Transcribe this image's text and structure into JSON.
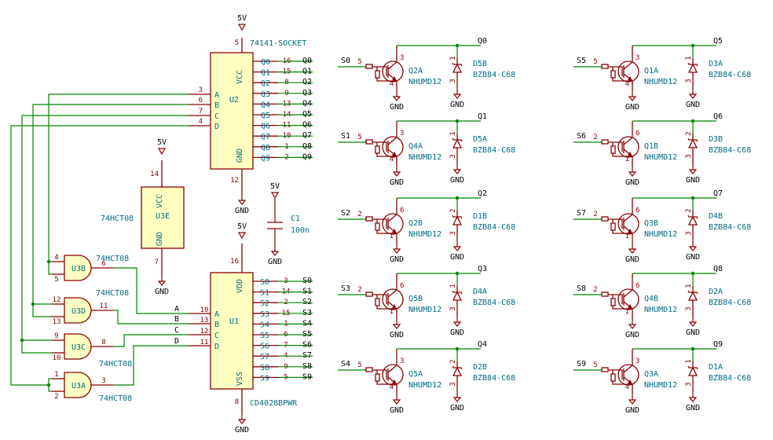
{
  "power": {
    "vcc": "5V",
    "gnd": "GND"
  },
  "u2": {
    "ref": "U2",
    "value": "74141-SOCKET",
    "vcc_label": "VCC",
    "gnd_label": "GND",
    "inputs": [
      {
        "name": "A",
        "pin": "3"
      },
      {
        "name": "B",
        "pin": "6"
      },
      {
        "name": "C",
        "pin": "7"
      },
      {
        "name": "D",
        "pin": "4"
      }
    ],
    "outputs": [
      {
        "name": "Q0",
        "pin": "16",
        "net": "Q0"
      },
      {
        "name": "Q1",
        "pin": "15",
        "net": "Q1"
      },
      {
        "name": "Q2",
        "pin": "8",
        "net": "Q2"
      },
      {
        "name": "Q3",
        "pin": "9",
        "net": "Q3"
      },
      {
        "name": "Q4",
        "pin": "13",
        "net": "Q4"
      },
      {
        "name": "Q5",
        "pin": "14",
        "net": "Q5"
      },
      {
        "name": "Q6",
        "pin": "11",
        "net": "Q6"
      },
      {
        "name": "Q7",
        "pin": "10",
        "net": "Q7"
      },
      {
        "name": "Q8",
        "pin": "1",
        "net": "Q8"
      },
      {
        "name": "Q9",
        "pin": "2",
        "net": "Q9"
      }
    ],
    "vcc_pin": "5",
    "gnd_pin": "12"
  },
  "u1": {
    "ref": "U1",
    "value": "CD4028BPWR",
    "vdd_label": "VDD",
    "vss_label": "VSS",
    "inputs": [
      {
        "name": "A",
        "pin": "10",
        "net": "A"
      },
      {
        "name": "B",
        "pin": "13",
        "net": "B"
      },
      {
        "name": "C",
        "pin": "12",
        "net": "C"
      },
      {
        "name": "D",
        "pin": "11",
        "net": "D"
      }
    ],
    "outputs": [
      {
        "name": "S0",
        "pin": "3",
        "net": "S0"
      },
      {
        "name": "S1",
        "pin": "14",
        "net": "S1"
      },
      {
        "name": "S2",
        "pin": "2",
        "net": "S2"
      },
      {
        "name": "S3",
        "pin": "15",
        "net": "S3"
      },
      {
        "name": "S4",
        "pin": "1",
        "net": "S4"
      },
      {
        "name": "S5",
        "pin": "6",
        "net": "S5"
      },
      {
        "name": "S6",
        "pin": "7",
        "net": "S6"
      },
      {
        "name": "S7",
        "pin": "4",
        "net": "S7"
      },
      {
        "name": "S8",
        "pin": "9",
        "net": "S8"
      },
      {
        "name": "S9",
        "pin": "5",
        "net": "S9"
      }
    ],
    "vdd_pin": "16",
    "vss_pin": "8"
  },
  "u3e": {
    "ref": "U3E",
    "value": "74HCT08",
    "vcc_label": "VCC",
    "gnd_label": "GND",
    "vcc_pin": "14",
    "gnd_pin": "7"
  },
  "c1": {
    "ref": "C1",
    "value": "100n"
  },
  "gates": [
    {
      "ref": "U3B",
      "value": "74HCT08",
      "in1": "4",
      "in2": "5",
      "out": "6"
    },
    {
      "ref": "U3D",
      "value": "74HCT08",
      "in1": "12",
      "in2": "13",
      "out": "11"
    },
    {
      "ref": "U3C",
      "value": "74HCT08",
      "in1": "9",
      "in2": "10",
      "out": "8"
    },
    {
      "ref": "U3A",
      "value": "74HCT08",
      "in1": "1",
      "in2": "2",
      "out": "3"
    }
  ],
  "drivers": [
    {
      "input": "S0",
      "base_pin": "5",
      "c_pin": "3",
      "e_pin": "4",
      "q_ref": "Q2A",
      "q_val": "NHUMD12",
      "d_ref": "D5B",
      "d_val": "BZB84-C68",
      "d_top": "1",
      "d_bot": "3",
      "net": "Q0"
    },
    {
      "input": "S1",
      "base_pin": "5",
      "c_pin": "3",
      "e_pin": "4",
      "q_ref": "Q4A",
      "q_val": "NHUMD12",
      "d_ref": "D5A",
      "d_val": "BZB84-C68",
      "d_top": "1",
      "d_bot": "3",
      "net": "Q1"
    },
    {
      "input": "S2",
      "base_pin": "2",
      "c_pin": "6",
      "e_pin": "1",
      "q_ref": "Q2B",
      "q_val": "NHUMD12",
      "d_ref": "D1B",
      "d_val": "BZB84-C68",
      "d_top": "2",
      "d_bot": "3",
      "net": "Q2"
    },
    {
      "input": "S3",
      "base_pin": "2",
      "c_pin": "6",
      "e_pin": "1",
      "q_ref": "Q5B",
      "q_val": "NHUMD12",
      "d_ref": "D4A",
      "d_val": "BZB84-C68",
      "d_top": "1",
      "d_bot": "3",
      "net": "Q3"
    },
    {
      "input": "S4",
      "base_pin": "5",
      "c_pin": "3",
      "e_pin": "4",
      "q_ref": "Q5A",
      "q_val": "NHUMD12",
      "d_ref": "D2B",
      "d_val": "BZB84-C68",
      "d_top": "2",
      "d_bot": "3",
      "net": "Q4"
    },
    {
      "input": "S5",
      "base_pin": "5",
      "c_pin": "3",
      "e_pin": "4",
      "q_ref": "Q1A",
      "q_val": "NHUMD12",
      "d_ref": "D3A",
      "d_val": "BZB84-C68",
      "d_top": "1",
      "d_bot": "3",
      "net": "Q5"
    },
    {
      "input": "S6",
      "base_pin": "2",
      "c_pin": "6",
      "e_pin": "1",
      "q_ref": "Q1B",
      "q_val": "NHUMD12",
      "d_ref": "D3B",
      "d_val": "BZB84-C68",
      "d_top": "2",
      "d_bot": "3",
      "net": "Q6"
    },
    {
      "input": "S7",
      "base_pin": "2",
      "c_pin": "6",
      "e_pin": "1",
      "q_ref": "Q3B",
      "q_val": "NHUMD12",
      "d_ref": "D4B",
      "d_val": "BZB84-C68",
      "d_top": "2",
      "d_bot": "3",
      "net": "Q7"
    },
    {
      "input": "S8",
      "base_pin": "2",
      "c_pin": "6",
      "e_pin": "1",
      "q_ref": "Q4B",
      "q_val": "NHUMD12",
      "d_ref": "D2A",
      "d_val": "BZB84-C68",
      "d_top": "1",
      "d_bot": "3",
      "net": "Q8"
    },
    {
      "input": "S9",
      "base_pin": "5",
      "c_pin": "3",
      "e_pin": "4",
      "q_ref": "Q3A",
      "q_val": "NHUMD12",
      "d_ref": "D1A",
      "d_val": "BZB84-C68",
      "d_top": "1",
      "d_bot": "3",
      "net": "Q9"
    }
  ],
  "colors": {
    "wire": "#008400",
    "symbol": "#8a0000",
    "body": "#ffffc2",
    "ref": "#006b80"
  }
}
